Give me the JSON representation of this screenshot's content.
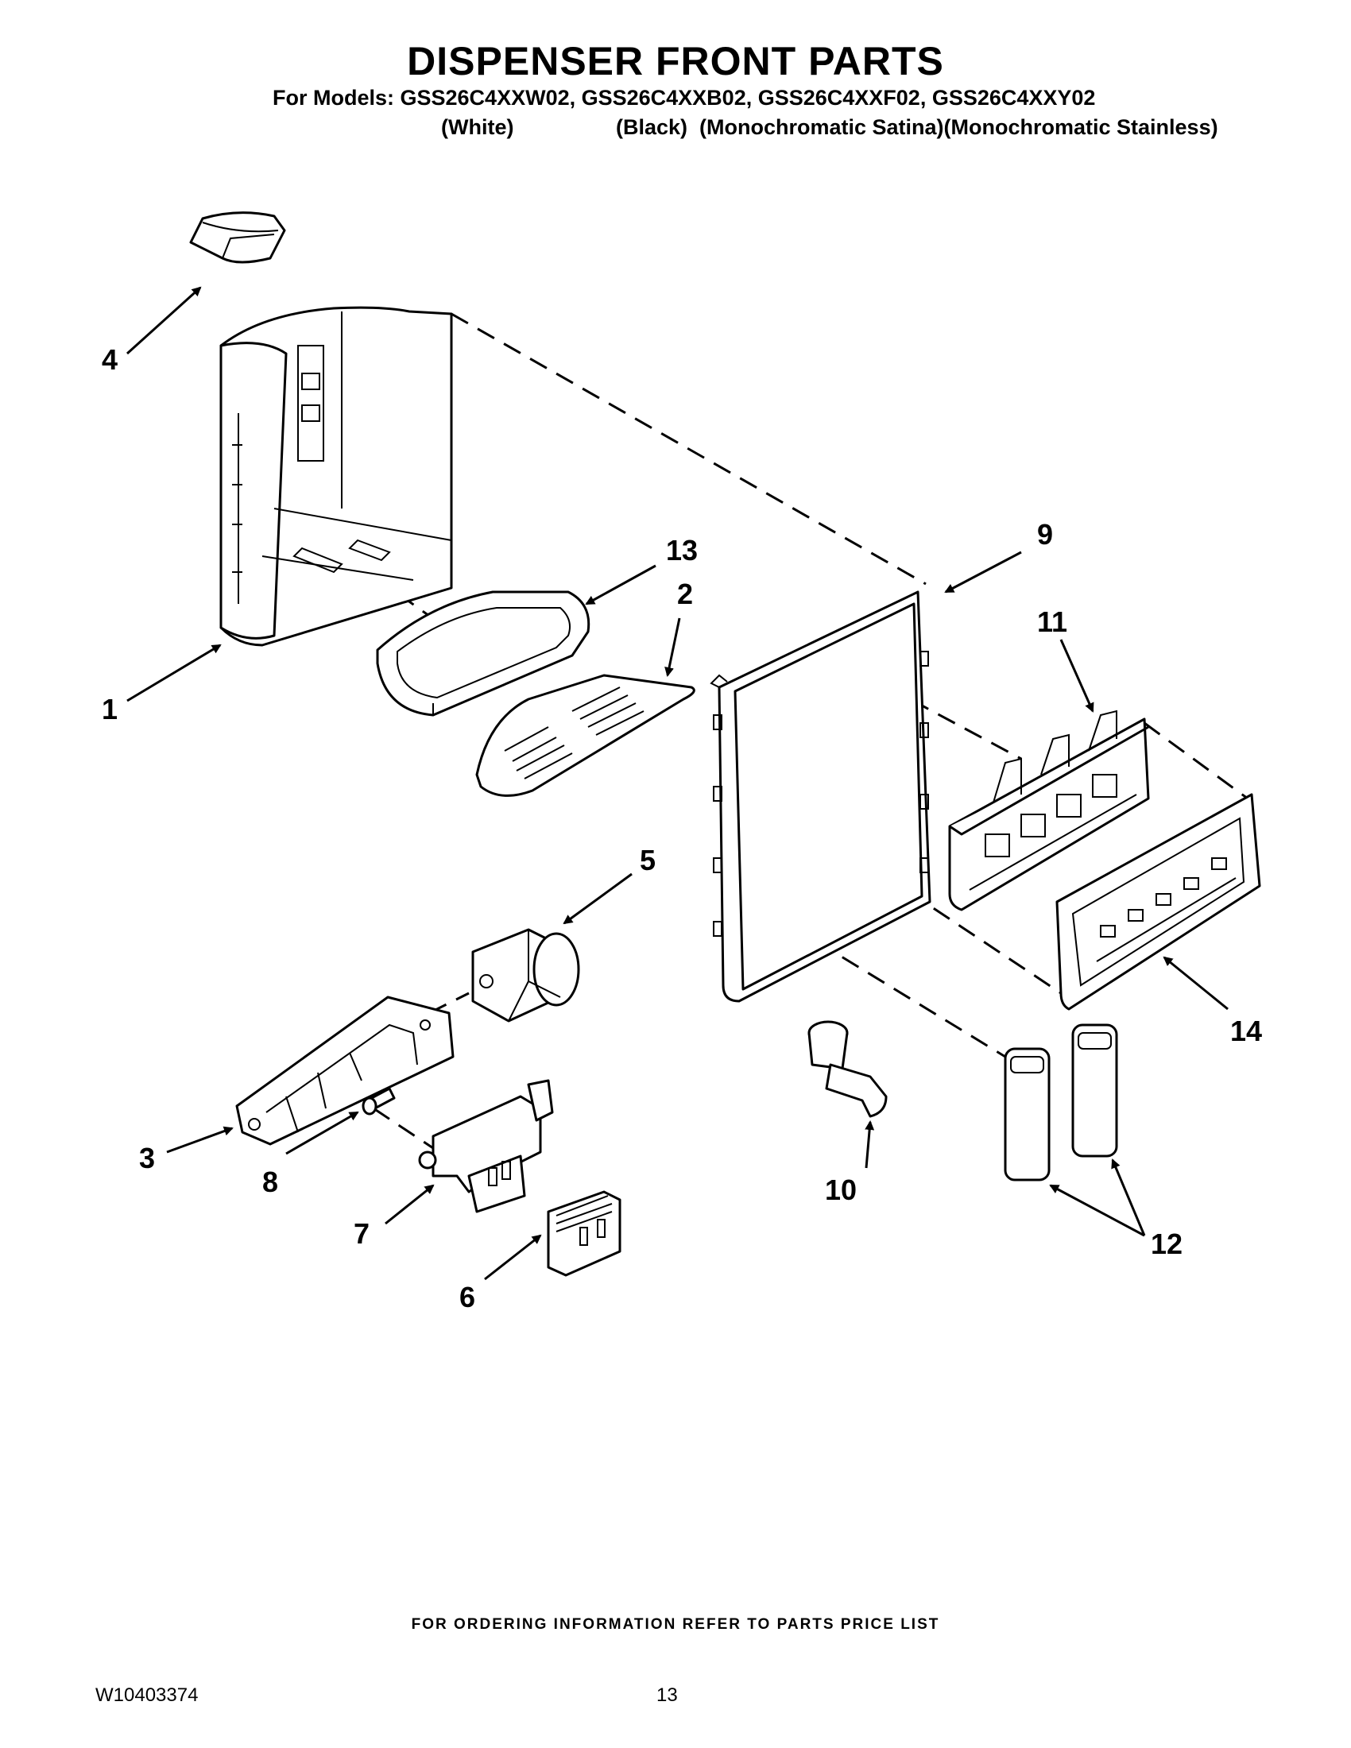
{
  "header": {
    "title": "DISPENSER FRONT PARTS",
    "models_line": "For Models: GSS26C4XXW02, GSS26C4XXB02, GSS26C4XXF02, GSS26C4XXY02",
    "colors": [
      "(White)",
      "(Black)",
      "(Monochromatic Satina)(Monochromatic Stainless)"
    ]
  },
  "callouts": [
    "1",
    "2",
    "3",
    "4",
    "5",
    "6",
    "7",
    "8",
    "9",
    "10",
    "11",
    "12",
    "13",
    "14"
  ],
  "footer": {
    "ordering_note": "FOR ORDERING INFORMATION REFER TO PARTS PRICE LIST",
    "doc_number": "W10403374",
    "page_number": "13"
  }
}
